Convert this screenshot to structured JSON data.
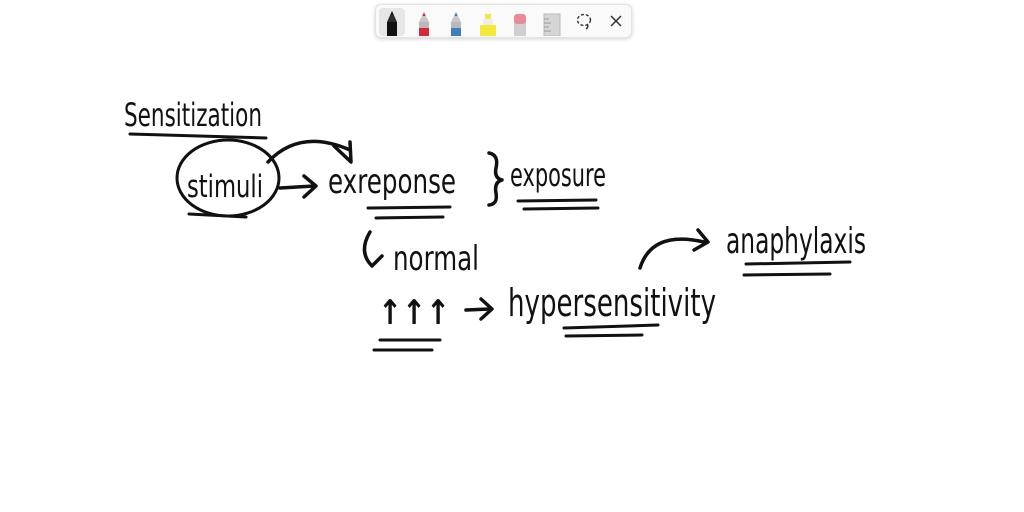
{
  "toolbar": {
    "tools": [
      {
        "name": "pen",
        "color": "#111111",
        "selected": true
      },
      {
        "name": "pen",
        "color": "#d6283a",
        "selected": false
      },
      {
        "name": "pen",
        "color": "#3d7dbf",
        "selected": false
      },
      {
        "name": "highlighter",
        "color": "#f4e93a",
        "selected": false
      },
      {
        "name": "eraser",
        "color": "#e98b93",
        "selected": false
      },
      {
        "name": "ruler",
        "color": "#c9c9c9",
        "selected": false
      }
    ],
    "lasso_icon": "lasso-select-icon",
    "close_icon": "close-icon"
  },
  "ink_color": "#111111",
  "handwriting": {
    "sensitization": "Sensitization",
    "stimuli": "stimuli",
    "response": "exreponse",
    "exposure": "exposure",
    "normal": "normal",
    "increase_arrows": "↑↑↑",
    "hypersensitivity": "hypersensitivity",
    "anaphylaxis": "anaphylaxis"
  }
}
